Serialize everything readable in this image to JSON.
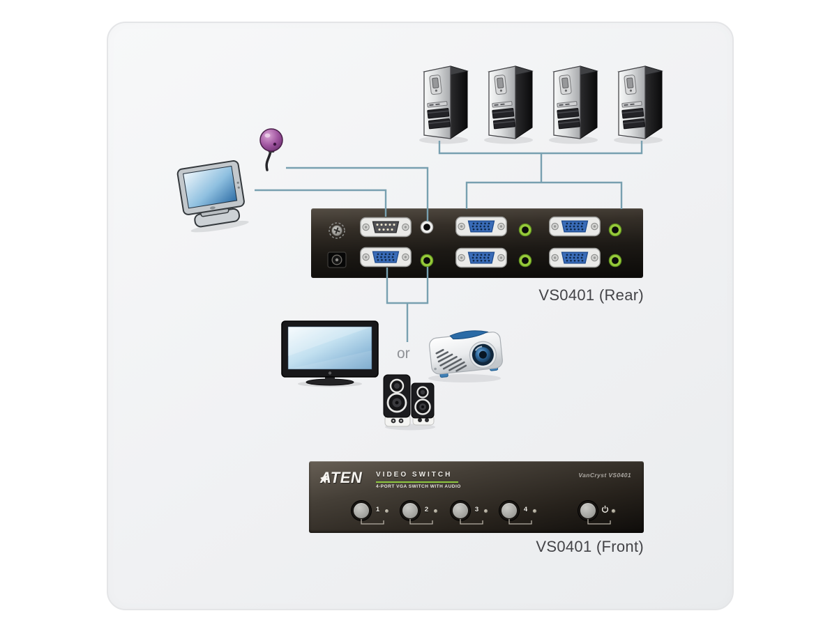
{
  "diagram": {
    "rear_label": "VS0401 (Rear)",
    "front_label": "VS0401 (Front)",
    "or_label": "or",
    "colors": {
      "connector_line": "#78a0b0",
      "rear_panel_dark": "#1b1916",
      "vga_port_blue": "#3a6cb8",
      "audio_jack_green": "#97ca3a",
      "logo_underline_green": "#8dc63f",
      "microphone_purple": "#9b4f9b",
      "caption_text": "#434347"
    },
    "front_panel": {
      "brand": "ATEN",
      "title": "VIDEO SWITCH",
      "subtitle": "4-PORT VGA SWITCH WITH AUDIO",
      "model_label": "VanCryst VS0401",
      "port_buttons": [
        {
          "label": "1"
        },
        {
          "label": "2"
        },
        {
          "label": "3"
        },
        {
          "label": "4"
        }
      ]
    }
  }
}
